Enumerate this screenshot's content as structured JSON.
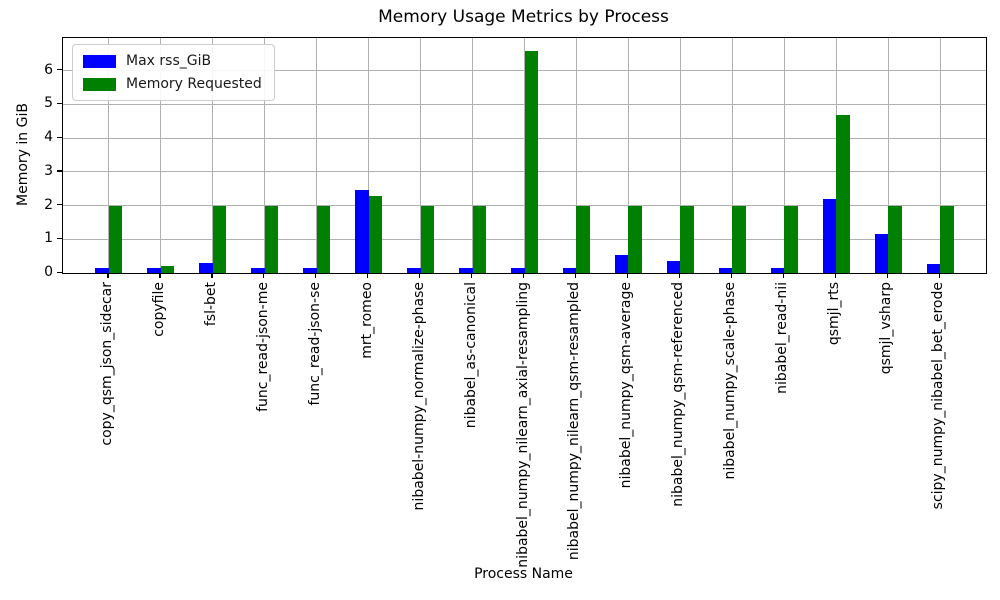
{
  "chart_data": {
    "type": "bar",
    "title": "Memory Usage Metrics by Process",
    "xlabel": "Process Name",
    "ylabel": "Memory in GiB",
    "ylim": [
      0,
      6.97
    ],
    "yticks": [
      0,
      1,
      2,
      3,
      4,
      5,
      6
    ],
    "grid": true,
    "legend_position": "upper left",
    "categories": [
      "copy_qsm_json_sidecar",
      "copyfile",
      "fsl-bet",
      "func_read-json-me",
      "func_read-json-se",
      "mrt_romeo",
      "nibabel-numpy_normalize-phase",
      "nibabel_as-canonical",
      "nibabel_numpy_nilearn_axial-resampling",
      "nibabel_numpy_nilearn_qsm-resampled",
      "nibabel_numpy_qsm-average",
      "nibabel_numpy_qsm-referenced",
      "nibabel_numpy_scale-phase",
      "nibabel_read-nii",
      "qsmjl_rts",
      "qsmjl_vsharp",
      "scipy_numpy_nibabel_bet_erode"
    ],
    "series": [
      {
        "name": "Max rss_GiB",
        "color": "#0000ff",
        "values": [
          0.16,
          0.16,
          0.3,
          0.16,
          0.16,
          2.45,
          0.16,
          0.16,
          0.16,
          0.16,
          0.55,
          0.35,
          0.16,
          0.16,
          2.2,
          1.15,
          0.27
        ]
      },
      {
        "name": "Memory Requested",
        "color": "#008000",
        "values": [
          2.0,
          0.21,
          2.0,
          2.0,
          2.0,
          2.29,
          2.0,
          2.0,
          6.6,
          2.0,
          2.0,
          2.0,
          2.0,
          2.0,
          4.7,
          2.0,
          2.0
        ]
      }
    ]
  }
}
